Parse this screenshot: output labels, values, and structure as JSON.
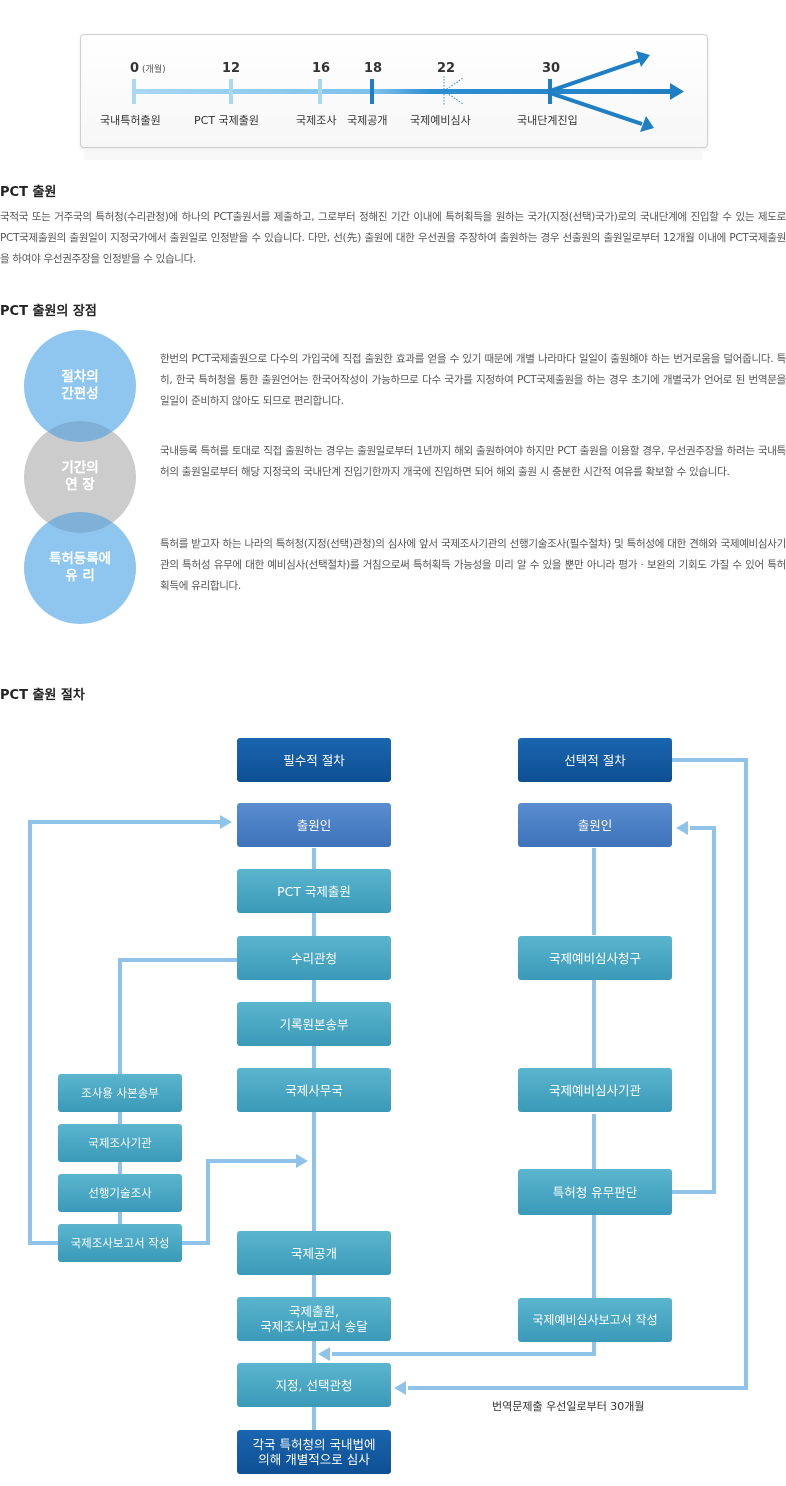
{
  "timeline": {
    "unit": "(개월)",
    "milestones": [
      {
        "month": "0",
        "label": "국내특허출원"
      },
      {
        "month": "12",
        "label": "PCT 국제출원"
      },
      {
        "month": "16",
        "label": "국제조사"
      },
      {
        "month": "18",
        "label": "국제공개"
      },
      {
        "month": "22",
        "label": "국제예비심사"
      },
      {
        "month": "30",
        "label": "국내단계진입"
      }
    ]
  },
  "pct_application": {
    "title": "PCT 출원",
    "body": "국적국 또는 거주국의 특허청(수리관청)에 하나의 PCT출원서를 제출하고, 그로부터 정해진 기간 이내에 특허획득을 원하는 국가(지정(선택)국가)로의 국내단계에 진입할 수 있는 제도로 PCT국제출원의 출원일이 지정국가에서 출원일로 인정받을 수 있습니다. 다만, 선(先) 출원에 대한 우선권을 주장하여 출원하는 경우 선출원의 출원일로부터 12개월 이내에 PCT국제출원을 하여야 우선권주장을 인정받을 수 있습니다."
  },
  "advantages": {
    "title": "PCT 출원의 장점",
    "items": [
      {
        "circle": "절차의\n간편성",
        "text": "한번의 PCT국제출원으로 다수의 가입국에 직접 출원한 효과를 얻을 수 있기 때문에 개별 나라마다 일일이 출원해야 하는 번거로움을 덜어줍니다. 특히, 한국 특허청을 통한 출원언어는 한국어작성이 가능하므로 다수 국가를 지정하여 PCT국제출원을 하는 경우 초기에 개별국가 언어로 된 번역문을 일일이 준비하지 않아도 되므로 편리합니다."
      },
      {
        "circle": "기간의\n연 장",
        "text": "국내등록 특허를 토대로 직접 출원하는 경우는 출원일로부터 1년까지 해외 출원하여야 하지만 PCT 출원을 이용할 경우, 우선권주장을 하려는 국내특허의 출원일로부터 해당 지정국의 국내단계 진입기한까지 개국에 진입하면 되어 해외 출원 시 충분한 시간적 여유를 확보할 수 있습니다."
      },
      {
        "circle": "특허등록에\n유 리",
        "text": "특허를 받고자 하는 나라의 특허청(지정(선택)관청)의 심사에 앞서 국제조사기관의 선행기술조사(필수절차) 및 특허성에 대한 견해와 국제예비심사기관의 특허성 유무에 대한 예비심사(선택절차)를 거침으로써 특허획득 가능성을 미리 알 수 있을 뿐만 아니라 평가 · 보완의 기회도 가질 수 있어 특허획득에 유리합니다."
      }
    ]
  },
  "procedure": {
    "title": "PCT 출원 절차",
    "mandatory": "필수적 절차",
    "optional": "선택적 절차",
    "applicant_left": "출원인",
    "applicant_right": "출원인",
    "pct_filing": "PCT 국제출원",
    "receiving_office": "수리관청",
    "record_copy": "기록원본송부",
    "intl_bureau": "국제사무국",
    "search_copy": "조사용 사본송부",
    "isa": "국제조사기관",
    "prior_art": "선행기술조사",
    "search_report": "국제조사보고서 작성",
    "publication": "국제공개",
    "transmittal": "국제출원,\n국제조사보고서 송달",
    "designated": "지정, 선택관청",
    "national": "각국 특허청의 국내법에\n의해 개별적으로 심사",
    "iper_request": "국제예비심사청구",
    "ipea": "국제예비심사기관",
    "patentability": "특허청 유무판단",
    "iper_report": "국제예비심사보고서 작성",
    "translation_note": "번역문제출 우선일로부터 30개월"
  },
  "colors": {
    "dark_blue": "#0e4f93",
    "mid_blue": "#3e72ba",
    "teal": "#3a9ab8",
    "line": "#8fc3ea",
    "circle_blue": "#8ec6ef",
    "circle_gray": "#cccccc"
  }
}
